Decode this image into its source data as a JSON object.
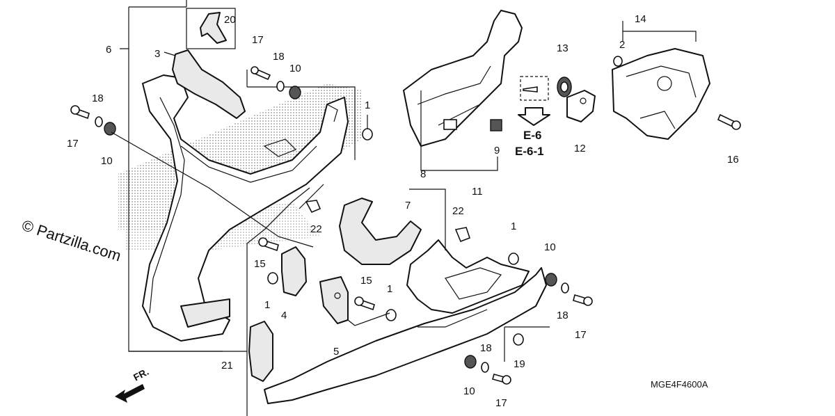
{
  "diagram": {
    "part_labels": [
      "1",
      "2",
      "3",
      "4",
      "5",
      "6",
      "7",
      "8",
      "9",
      "10",
      "11",
      "12",
      "13",
      "14",
      "15",
      "16",
      "17",
      "18",
      "19",
      "20",
      "21",
      "22"
    ],
    "references": [
      "E-6",
      "E-6-1"
    ],
    "watermark": "© Partzilla.com",
    "diagram_code": "MGE4F4600A",
    "direction_label": "FR."
  }
}
